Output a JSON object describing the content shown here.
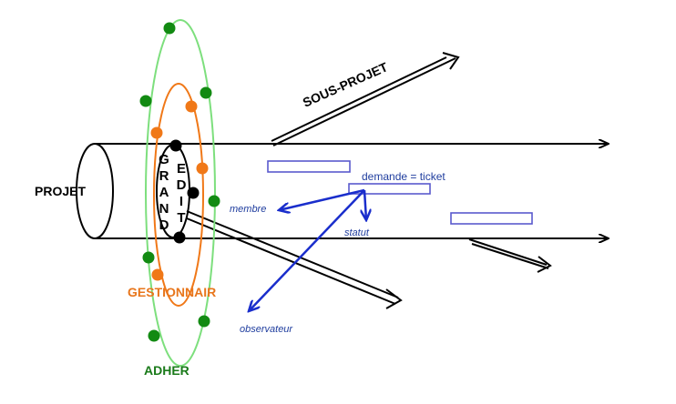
{
  "labels": {
    "projet": "PROJET",
    "sous_projet": "SOUS-PROJET",
    "gestionnair": "GESTIONNAIR",
    "adher": "ADHER",
    "grand": "GRAND",
    "edit": "EDIT",
    "demande_ticket": "demande = ticket",
    "membre": "membre",
    "statut": "statut",
    "observateur": "observateur"
  },
  "colors": {
    "black": "#000000",
    "blue": "#1a2ecc",
    "ticket_outline": "#5a5acd",
    "label_blue": "#1f3d9e",
    "orange": "#f07818",
    "orange_label": "#e8761c",
    "green_ring": "#7ddf7d",
    "green_dot": "#128a12",
    "green_label": "#1a7a1a"
  }
}
